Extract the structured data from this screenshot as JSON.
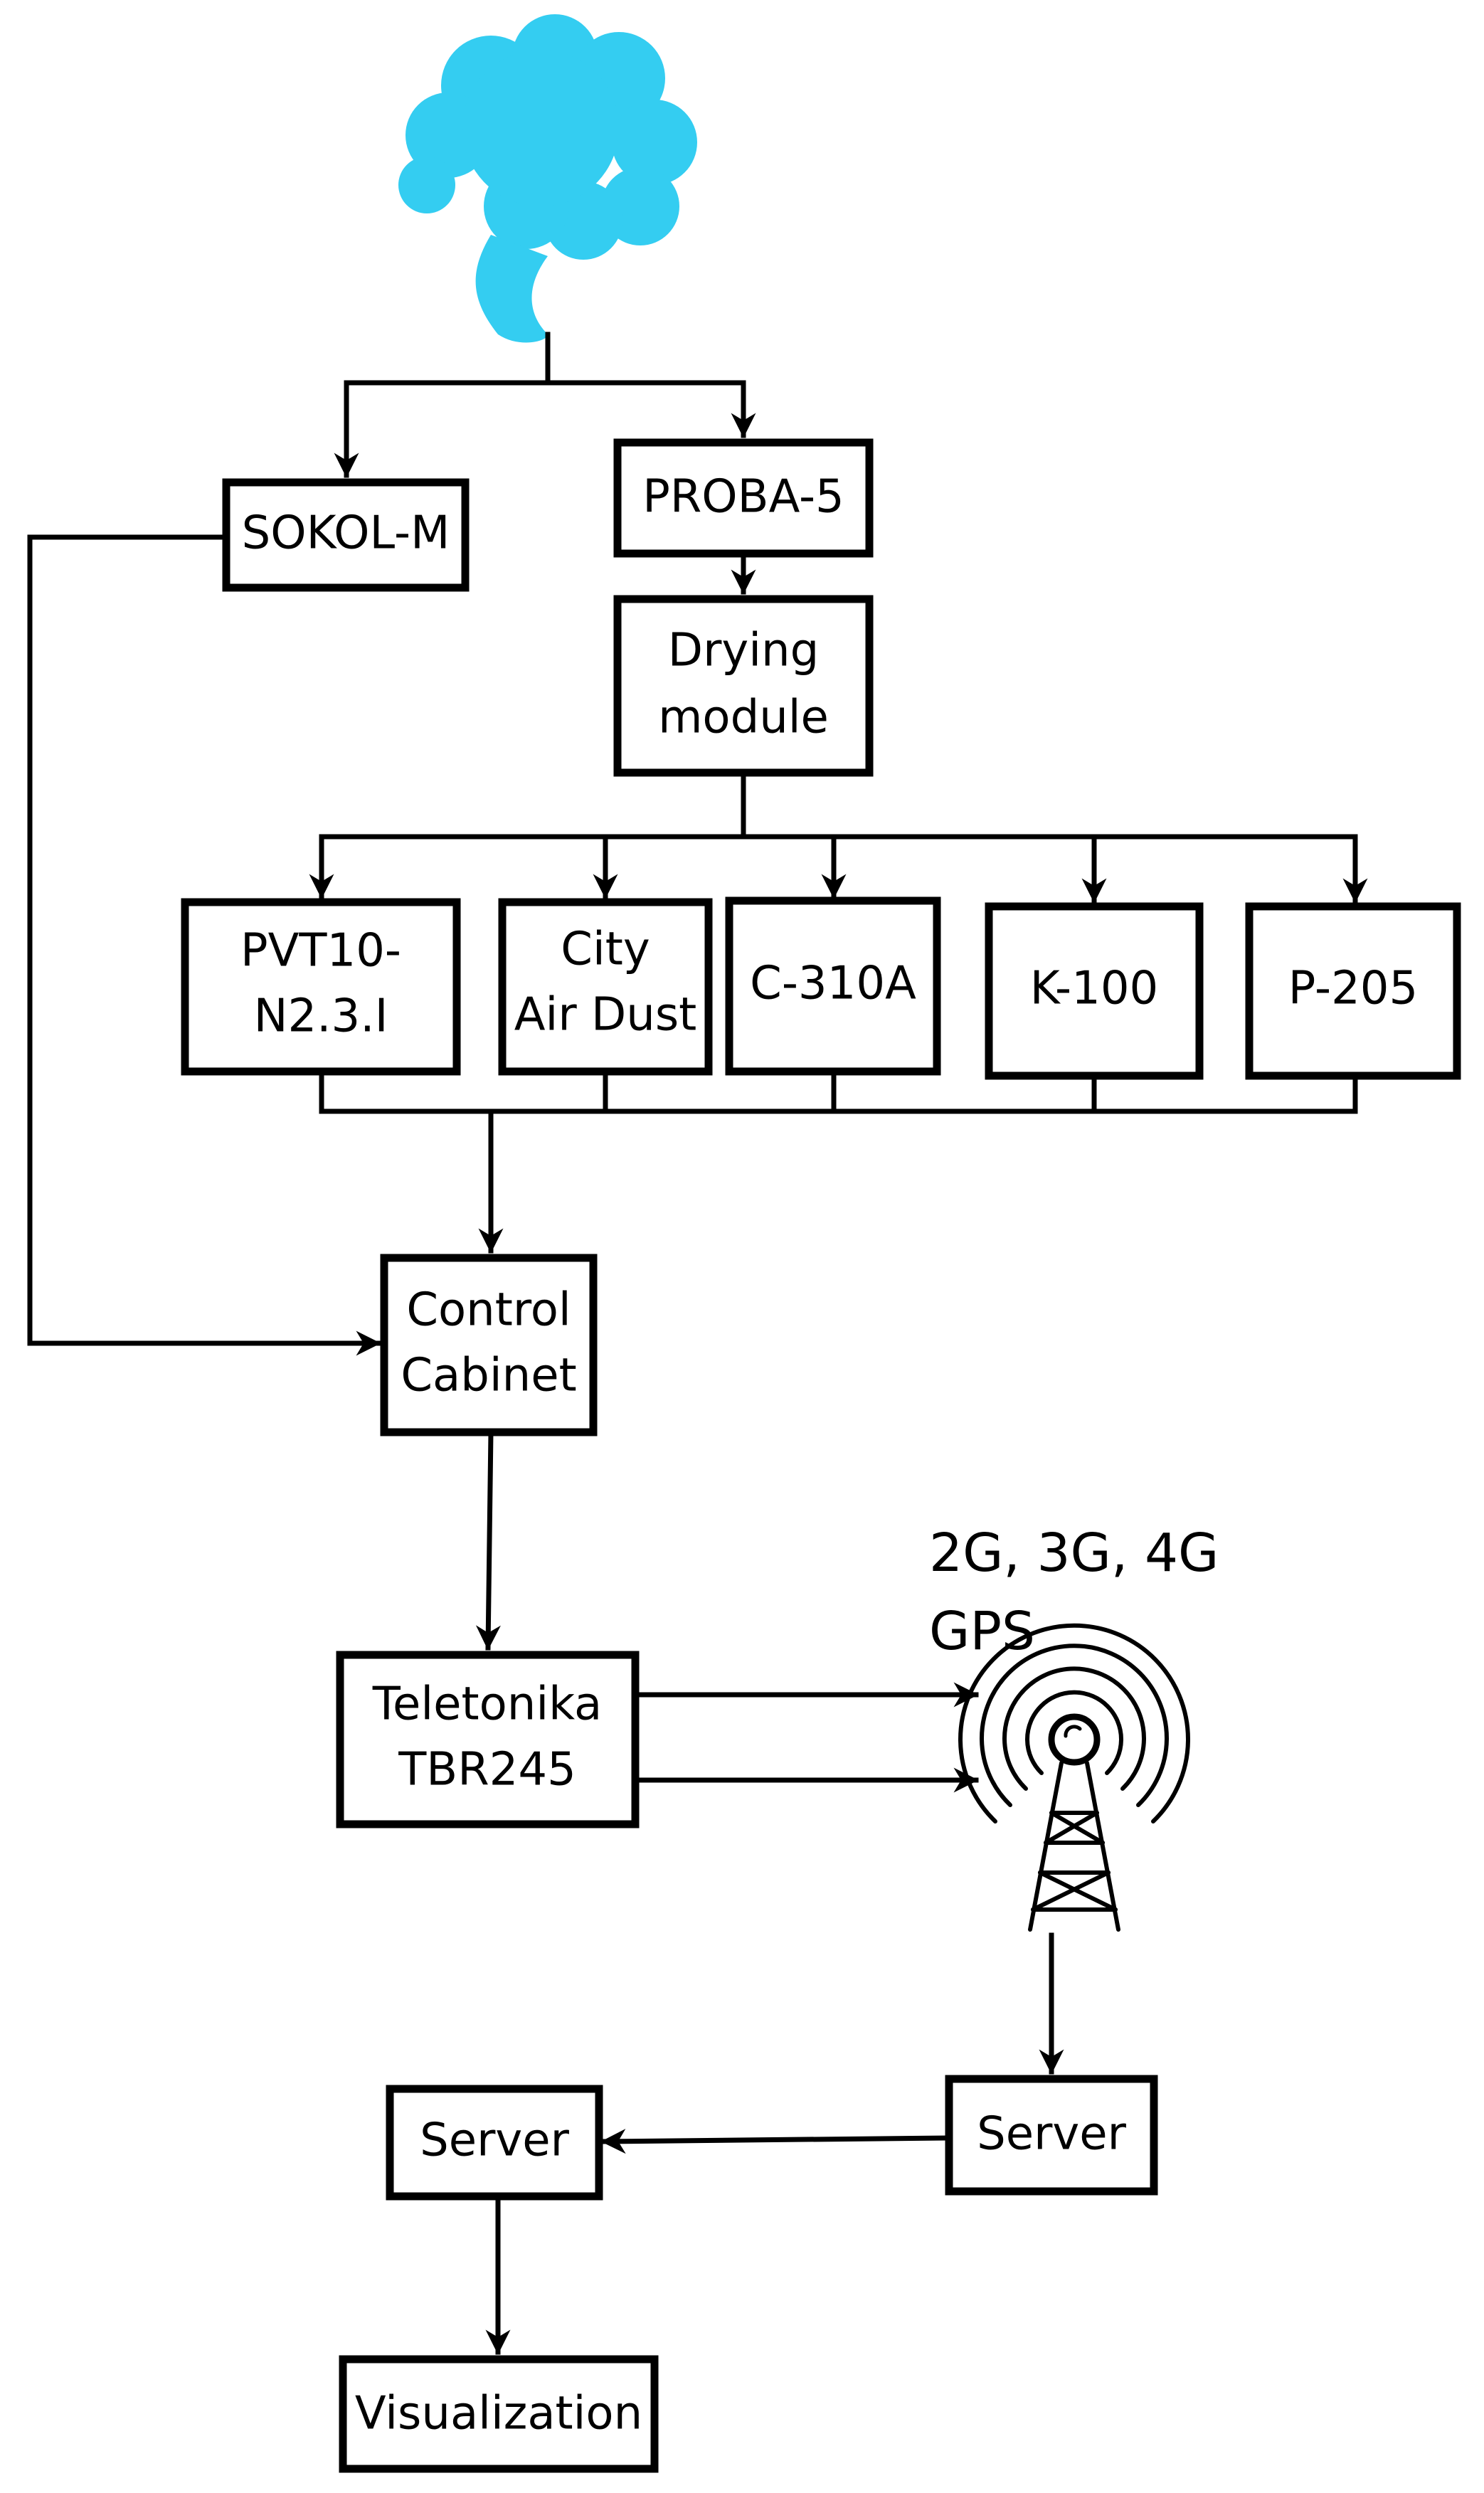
{
  "colors": {
    "cloud": "#34cdf1",
    "ink": "#000000",
    "background": "#ffffff"
  },
  "icons": {
    "source": "smoke-cloud-icon",
    "antenna": "cell-tower-icon"
  },
  "nodes": {
    "sokol_m": "SOKOL-M",
    "proba_5": "PROBA-5",
    "drying_module": [
      "Drying",
      "module"
    ],
    "pvt10": [
      "PVT10-",
      "N2.3.I"
    ],
    "city_air_dust": [
      "City",
      "Air Dust"
    ],
    "c310a": "C-310A",
    "k100": "K-100",
    "p205": "P-205",
    "control_cabinet": [
      "Control",
      "Cabinet"
    ],
    "teletonika": [
      "Teletonika",
      "TBR245"
    ],
    "server_right": "Server",
    "server_left": "Server",
    "visualization": "Visualization"
  },
  "network": {
    "bands": "2G, 3G, 4G",
    "gps": "GPS"
  }
}
